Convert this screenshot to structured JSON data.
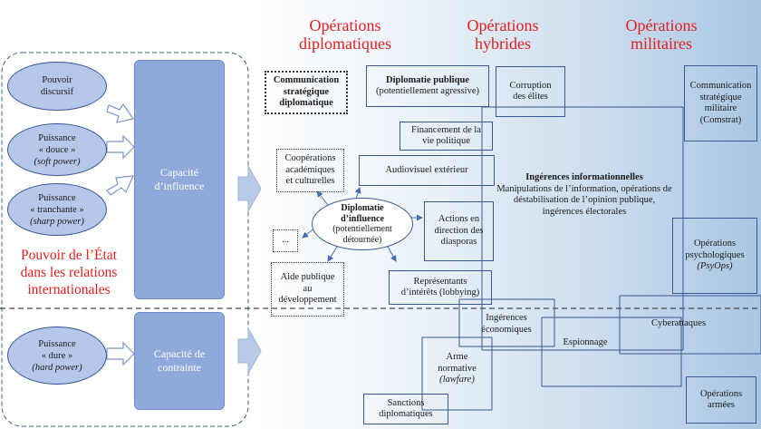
{
  "headers": {
    "diplo_1": "Opérations",
    "diplo_2": "diplomatiques",
    "hybrid_1": "Opérations",
    "hybrid_2": "hybrides",
    "mil_1": "Opérations",
    "mil_2": "militaires"
  },
  "left": {
    "pouvoir_1": "Pouvoir",
    "pouvoir_2": "discursif",
    "douce_1": "Puissance",
    "douce_2": "« douce »",
    "douce_3": "(soft power)",
    "tranchante_1": "Puissance",
    "tranchante_2": "« tranchante »",
    "tranchante_3": "(sharp power)",
    "influence_1": "Capacité",
    "influence_2": "d’influence",
    "etat_1": "Pouvoir de l’État",
    "etat_2": "dans les relations",
    "etat_3": "internationales",
    "dure_1": "Puissance",
    "dure_2": "« dure »",
    "dure_3": "(hard power)",
    "contrainte_1": "Capacité de",
    "contrainte_2": "contrainte"
  },
  "nodes": {
    "comm_1": "Communication",
    "comm_2": "stratégique",
    "comm_3": "diplomatique",
    "dp_1": "Diplomatie publique",
    "dp_2": "(potentiellement agressive)",
    "corr_1": "Corruption",
    "corr_2": "des élites",
    "fin_1": "Financement de la",
    "fin_2": "vie politique",
    "coop_1": "Coopérations",
    "coop_2": "académiques",
    "coop_3": "et culturelles",
    "audio": "Audiovisuel extérieur",
    "dipinf_1": "Diplomatie",
    "dipinf_2": "d’influence",
    "dipinf_3": "(potentiellement",
    "dipinf_4": "détournée)",
    "dots": "...",
    "actions_1": "Actions en",
    "actions_2": "direction des",
    "actions_3": "diasporas",
    "aide_1": "Aide publique",
    "aide_2": "au",
    "aide_3": "développement",
    "rep_1": "Représentants",
    "rep_2": "d’intérêts (lobbying)",
    "ingi_1": "Ingérences informationnelles",
    "ingi_2": "Manipulations de l’information, opérations de",
    "ingi_3": "déstabilisation de l’opinion publique,",
    "ingi_4": "ingérences électorales",
    "cstrat_1": "Communication",
    "cstrat_2": "stratégique",
    "cstrat_3": "militaire",
    "cstrat_4": "(Comstrat)",
    "psy_1": "Opérations",
    "psy_2": "psychologiques",
    "psy_3": "(PsyOps)",
    "ingeco_1": "Ingérences",
    "ingeco_2": "économiques",
    "espion": "Espionnage",
    "cyber": "Cyberattaques",
    "arme_1": "Arme",
    "arme_2": "normative",
    "arme_3": "(lawfare)",
    "sanc_1": "Sanctions",
    "sanc_2": "diplomatiques",
    "armees_1": "Opérations",
    "armees_2": "armées"
  },
  "colors": {
    "title_red": "#e31e1e",
    "ellipse_fill": "#b5c8ea",
    "capacity_fill": "#8fa9db",
    "frame_blue": "#3a5793"
  }
}
